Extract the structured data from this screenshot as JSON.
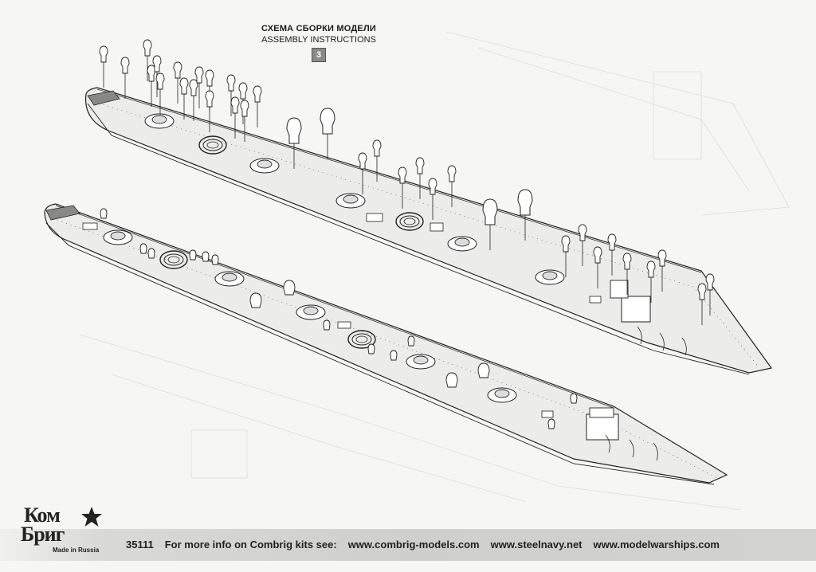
{
  "header": {
    "title_ru": "СХЕМА СБОРКИ МОДЕЛИ",
    "title_en": "ASSEMBLY INSTRUCTIONS",
    "step_number": "3"
  },
  "logo": {
    "line1": "Ком",
    "line2": "Бриг",
    "tagline": "Made in Russia",
    "star_icon": "star-icon"
  },
  "footer": {
    "kit_number": "35111",
    "info_text": "For more info on Combrig kits see:",
    "links": [
      "www.combrig-models.com",
      "www.steelnavy.net",
      "www.modelwarships.com"
    ]
  },
  "colors": {
    "line": "#222222",
    "paper": "#f6f6f4",
    "hull_fill": "#ececea"
  }
}
